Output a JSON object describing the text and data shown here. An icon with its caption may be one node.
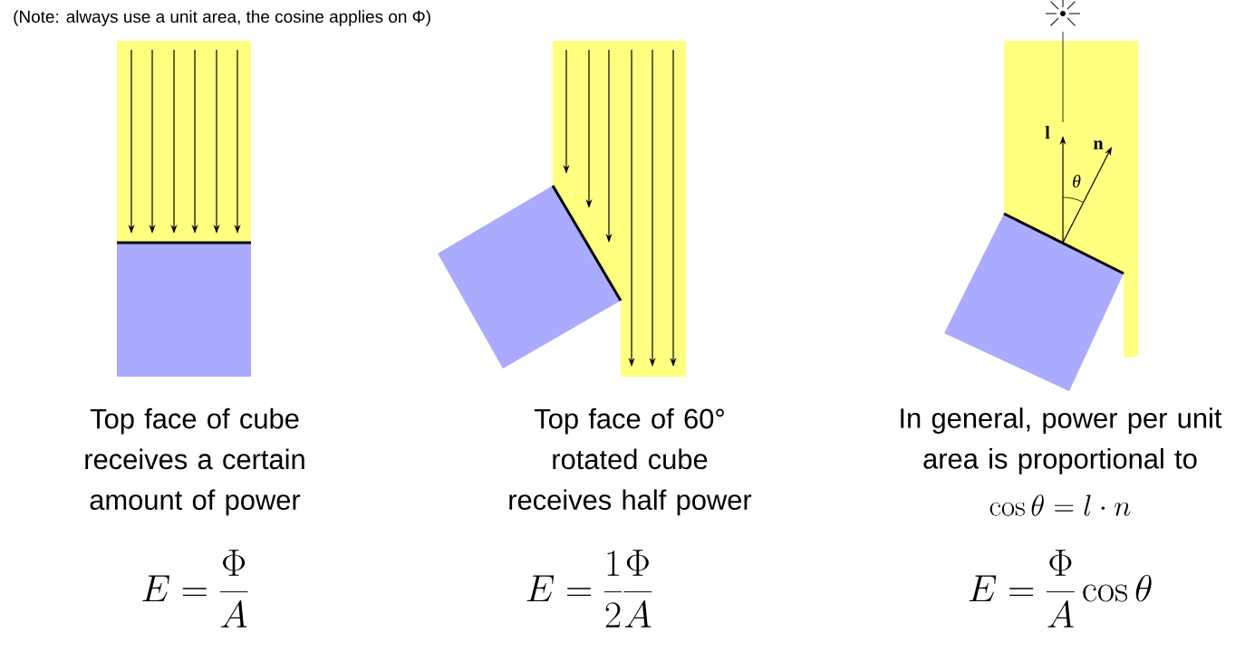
{
  "diagram": {
    "labels": [
      "(Note: always use a unit area, the cosine applies on Φ)",
      "l",
      "n",
      "θ",
      "Top face of cube receives a certain amount of power",
      "Top face of 60° rotated cube receives half power",
      "In general, power per unit area is proportional to",
      "\\cos\\theta = l \\cdot n",
      "E = \\frac{\\Phi}{A}",
      "E = \\frac{1}{2}\\frac{\\Phi}{A}",
      "E = \\frac{\\Phi}{A}\\cos\\theta"
    ]
  }
}
